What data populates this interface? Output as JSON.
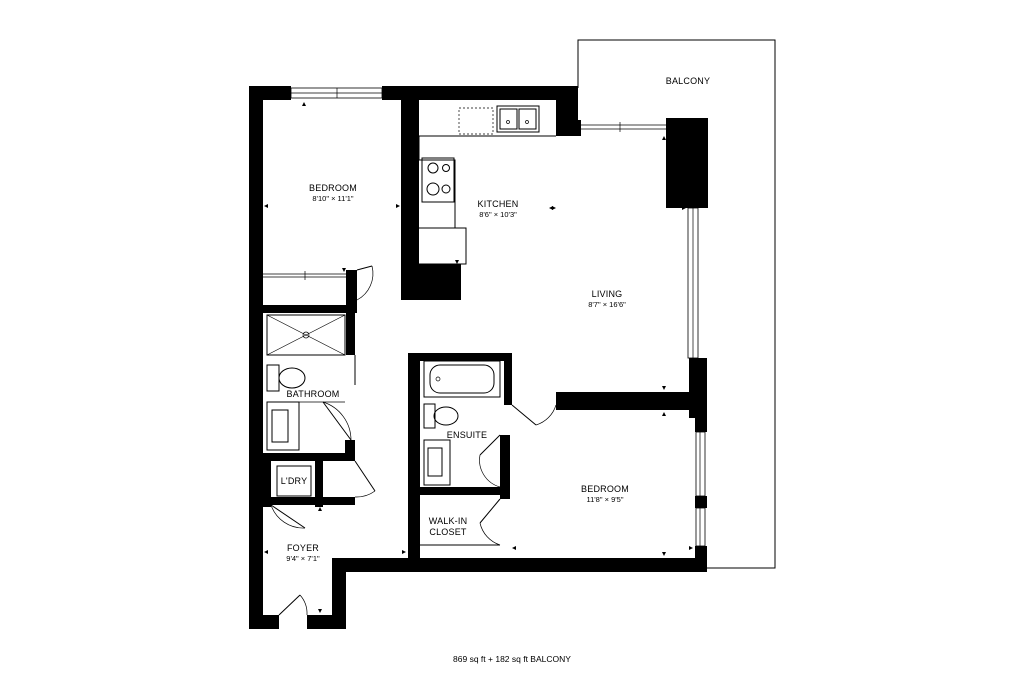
{
  "rooms": {
    "balcony": {
      "name": "BALCONY"
    },
    "bedroom_left": {
      "name": "BEDROOM",
      "dims": "8'10\" × 11'1\""
    },
    "kitchen": {
      "name": "KITCHEN",
      "dims": "8'6\" × 10'3\""
    },
    "living": {
      "name": "LIVING",
      "dims": "8'7\" × 16'6\""
    },
    "bathroom": {
      "name": "BATHROOM"
    },
    "ensuite": {
      "name": "ENSUITE"
    },
    "laundry": {
      "name": "L'DRY"
    },
    "bedroom_right": {
      "name": "BEDROOM",
      "dims": "11'8\" × 9'5\""
    },
    "walkin": {
      "name_line1": "WALK-IN",
      "name_line2": "CLOSET"
    },
    "foyer": {
      "name": "FOYER",
      "dims": "9'4\" × 7'1\""
    }
  },
  "footer": {
    "area": "869 sq ft + 182 sq ft BALCONY"
  },
  "colors": {
    "wall": "#000000",
    "background": "#ffffff"
  }
}
